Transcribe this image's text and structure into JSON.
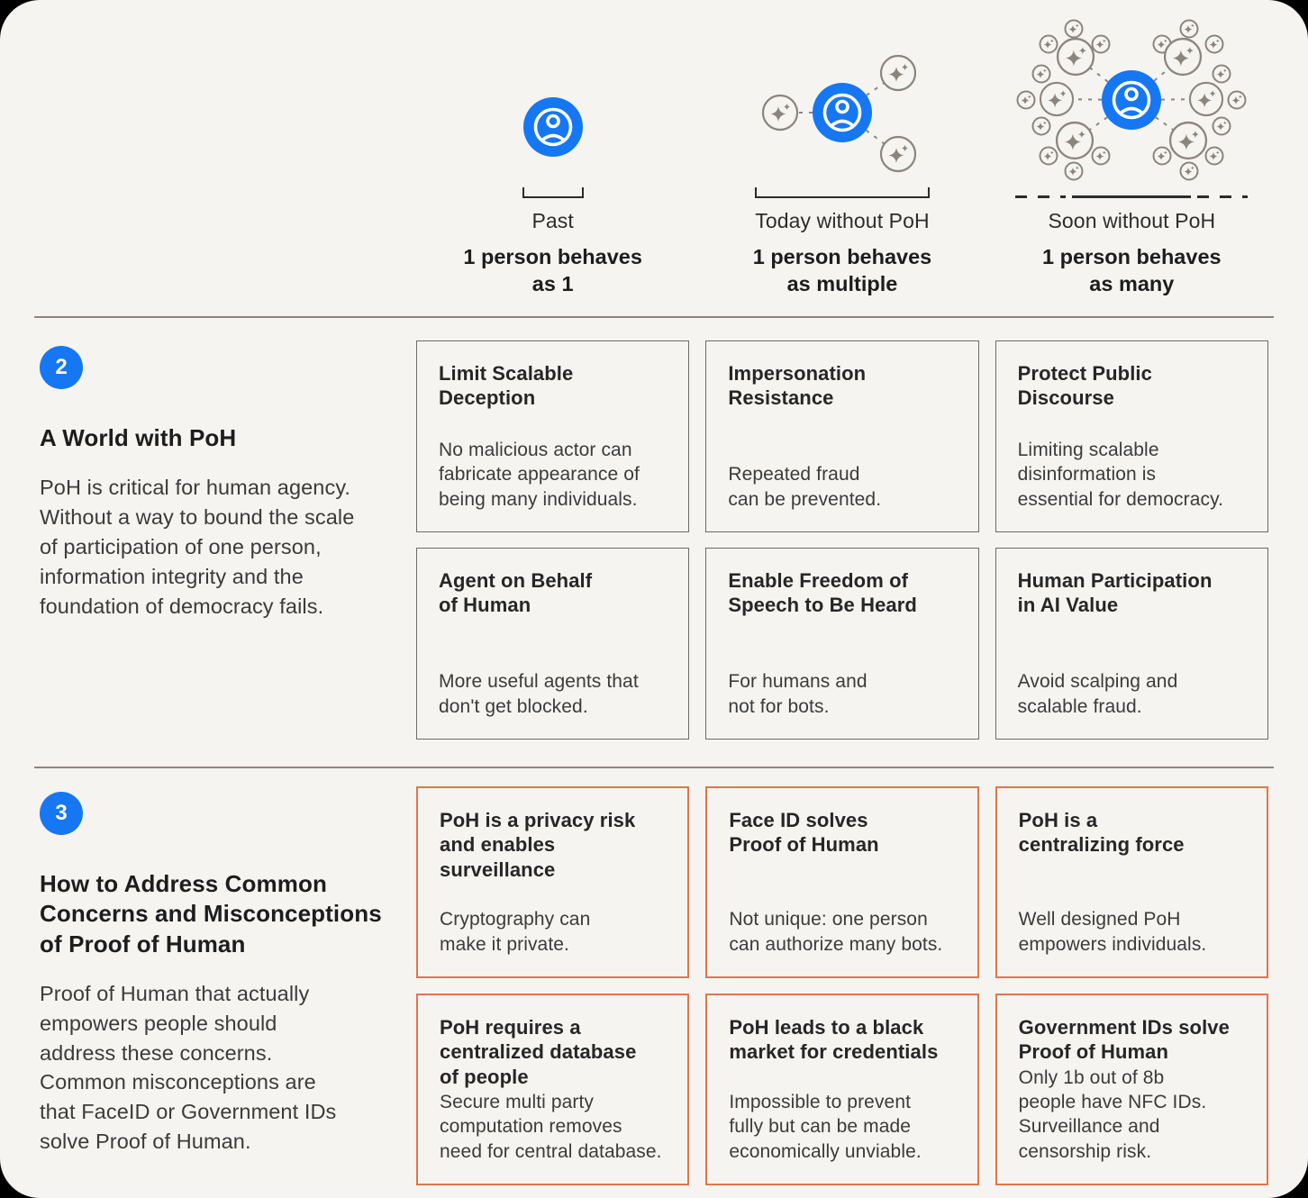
{
  "colors": {
    "accent_blue": "#1677F2",
    "card_border_gray": "#6F6B66",
    "card_border_orange": "#E0754B",
    "divider_gray": "#8A857F",
    "background": "#F5F4F1",
    "canvas_black": "#000000",
    "icon_gray": "#8A857E",
    "text_primary": "#1D1D1D",
    "text_secondary": "#3B3B3B"
  },
  "eras": [
    {
      "label": "Past",
      "caption": "1 person behaves\nas 1"
    },
    {
      "label": "Today without PoH",
      "caption": "1 person behaves\nas multiple"
    },
    {
      "label": "Soon without PoH",
      "caption": "1 person behaves\nas many"
    }
  ],
  "sections": [
    {
      "number": "2",
      "title": "A World with PoH",
      "description": "PoH is critical for human agency.\nWithout a way to bound the scale\nof participation of one person,\ninformation integrity and the\nfoundation of democracy fails.",
      "cards": [
        {
          "title": "Limit Scalable\nDeception",
          "body": "No malicious actor can\nfabricate appearance of\nbeing many individuals."
        },
        {
          "title": "Impersonation\nResistance",
          "body": "Repeated fraud\ncan be prevented."
        },
        {
          "title": "Protect Public\nDiscourse",
          "body": "Limiting scalable\ndisinformation is\nessential for democracy."
        },
        {
          "title": "Agent on Behalf\nof Human",
          "body": "More useful agents that\ndon't get blocked."
        },
        {
          "title": "Enable Freedom of\nSpeech to Be Heard",
          "body": "For humans and\nnot for bots."
        },
        {
          "title": "Human Participation\nin AI Value",
          "body": "Avoid scalping and\nscalable fraud."
        }
      ]
    },
    {
      "number": "3",
      "title": "How to Address Common\nConcerns and Misconceptions\nof Proof of Human",
      "description": "Proof of Human that actually\nempowers people should\naddress these concerns.\nCommon misconceptions are\nthat FaceID or Government IDs\nsolve Proof of Human.",
      "cards": [
        {
          "title": "PoH is a privacy risk\nand enables\nsurveillance",
          "body": "Cryptography can\nmake it private."
        },
        {
          "title": "Face ID solves\nProof of Human",
          "body": "Not unique: one person\ncan authorize many bots."
        },
        {
          "title": "PoH is a\ncentralizing force",
          "body": "Well designed PoH\nempowers individuals."
        },
        {
          "title": "PoH requires a\ncentralized database\nof people",
          "body": "Secure multi party\ncomputation removes\nneed for central database."
        },
        {
          "title": "PoH leads to a black\nmarket for credentials",
          "body": "Impossible to prevent\nfully but can be made\neconomically unviable."
        },
        {
          "title": "Government IDs solve\nProof of Human",
          "body": "Only 1b out of 8b\npeople have NFC IDs.\nSurveillance and\ncensorship risk."
        }
      ]
    }
  ]
}
